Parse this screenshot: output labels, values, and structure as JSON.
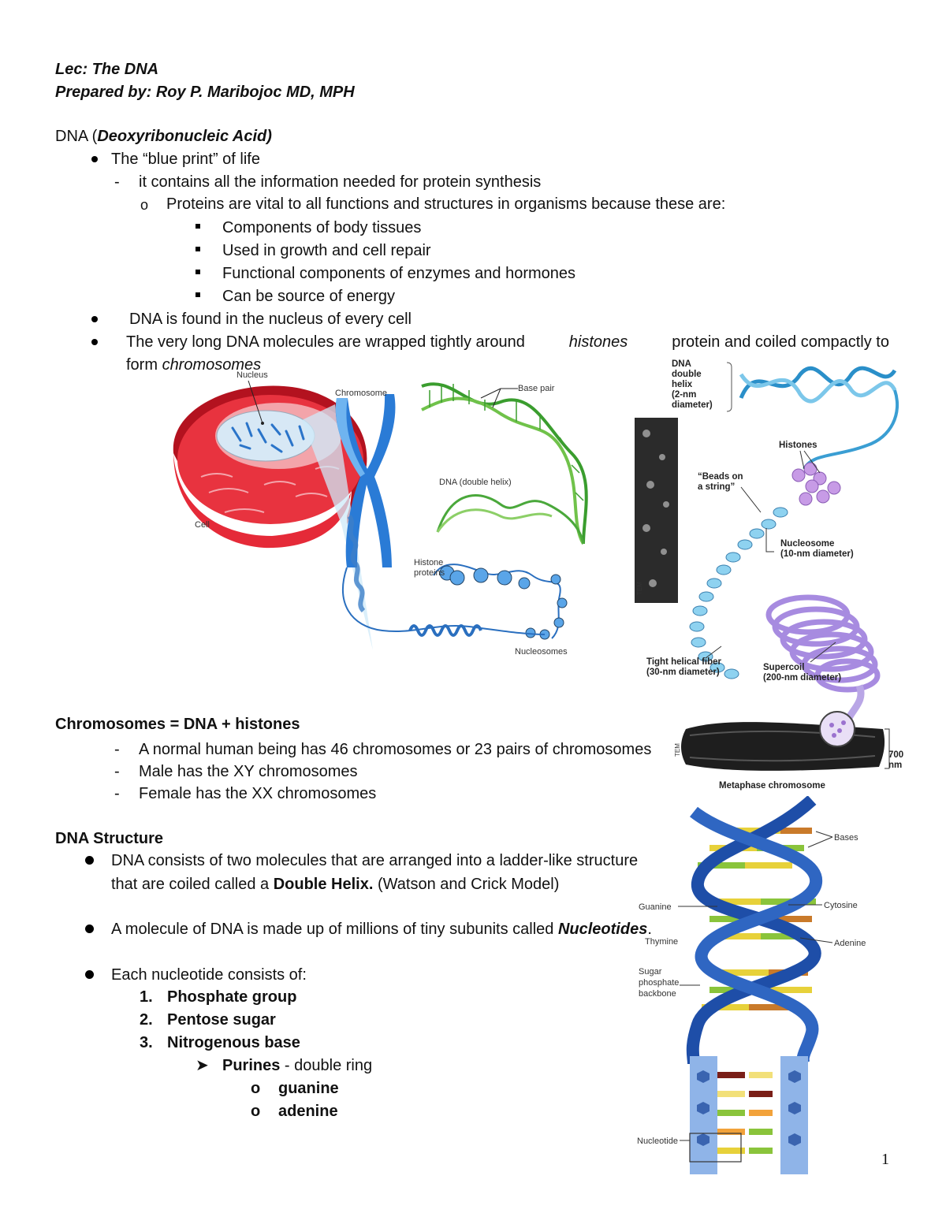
{
  "header": {
    "lecture": "Lec: The DNA",
    "prepared_by": "Prepared by: Roy P. Maribojoc MD, MPH"
  },
  "section1": {
    "title_plain": "DNA (",
    "title_italic": "Deoxyribonucleic Acid)",
    "bullet1": "The “blue print” of life",
    "dash1": "it contains all  the information needed for protein synthesis",
    "o1": "Proteins are vital to all functions and structures in organisms because these are:",
    "squares": [
      "Components of body tissues",
      "Used in  growth and cell repair",
      "Functional components of enzymes and hormones",
      "Can be source of energy"
    ],
    "bullet2": "DNA is found in the nucleus of every cell",
    "bullet3_a": "The very long DNA molecules are wrapped tightly around",
    "bullet3_hist": "histones",
    "bullet3_b": "protein and coiled compactly to",
    "bullet3_c": "form",
    "bullet3_chrom": "chromosomes"
  },
  "figure1": {
    "nucleus": "Nucleus",
    "chromosome": "Chromosome",
    "base_pair": "Base pair",
    "dna_double_helix": "DNA (double helix)",
    "histone_proteins_1": "Histone",
    "histone_proteins_2": "proteins",
    "cell": "Cell",
    "nucleosomes": "Nucleosomes"
  },
  "figure2": {
    "dna_helix_1": "DNA",
    "dna_helix_2": "double",
    "dna_helix_3": "helix",
    "dna_helix_4": "(2-nm",
    "dna_helix_5": "diameter)",
    "histones": "Histones",
    "beads_1": "“Beads on",
    "beads_2": "a string”",
    "nucleosome_1": "Nucleosome",
    "nucleosome_2": "(10-nm diameter)",
    "tight_1": "Tight helical fiber",
    "tight_2": "(30-nm diameter)",
    "supercoil_1": "Supercoil",
    "supercoil_2": "(200-nm diameter)",
    "scale_1": "700",
    "scale_2": "nm",
    "metaphase": "Metaphase chromosome",
    "tem_top": "TEM",
    "tem_bottom": "TEM"
  },
  "section2": {
    "title": "Chromosomes = DNA + histones",
    "dashes": [
      "A normal human being has 46 chromosomes or 23 pairs of chromosomes",
      "Male has the XY chromosomes",
      "Female has the  XX chromosomes"
    ]
  },
  "section3": {
    "title": "DNA Structure",
    "b1_line1": "DNA consists of two molecules that are arranged into a ladder-like structure",
    "b1_line2_a": "that are coiled called a",
    "b1_line2_bold": "Double Helix.",
    "b1_line2_b": "(Watson and Crick Model)",
    "b2_a": "A molecule of DNA is made up of millions of tiny subunits called",
    "b2_bi": "Nucleotides",
    "b2_end": ".",
    "b3": "Each nucleotide consists of:",
    "numbered": [
      {
        "num": "1.",
        "text": "Phosphate group"
      },
      {
        "num": "2.",
        "text": "Pentose sugar"
      },
      {
        "num": "3.",
        "text": "Nitrogenous base"
      }
    ],
    "purines_bold": "Purines",
    "purines_rest": " - double ring",
    "sub": [
      "guanine",
      "adenine"
    ]
  },
  "figure3": {
    "bases": "Bases",
    "guanine": "Guanine",
    "cytosine": "Cytosine",
    "thymine": "Thymine",
    "adenine": "Adenine",
    "sugar_1": "Sugar",
    "sugar_2": "phosphate",
    "sugar_3": "backbone",
    "nucleotide": "Nucleotide"
  },
  "page_number": "1"
}
